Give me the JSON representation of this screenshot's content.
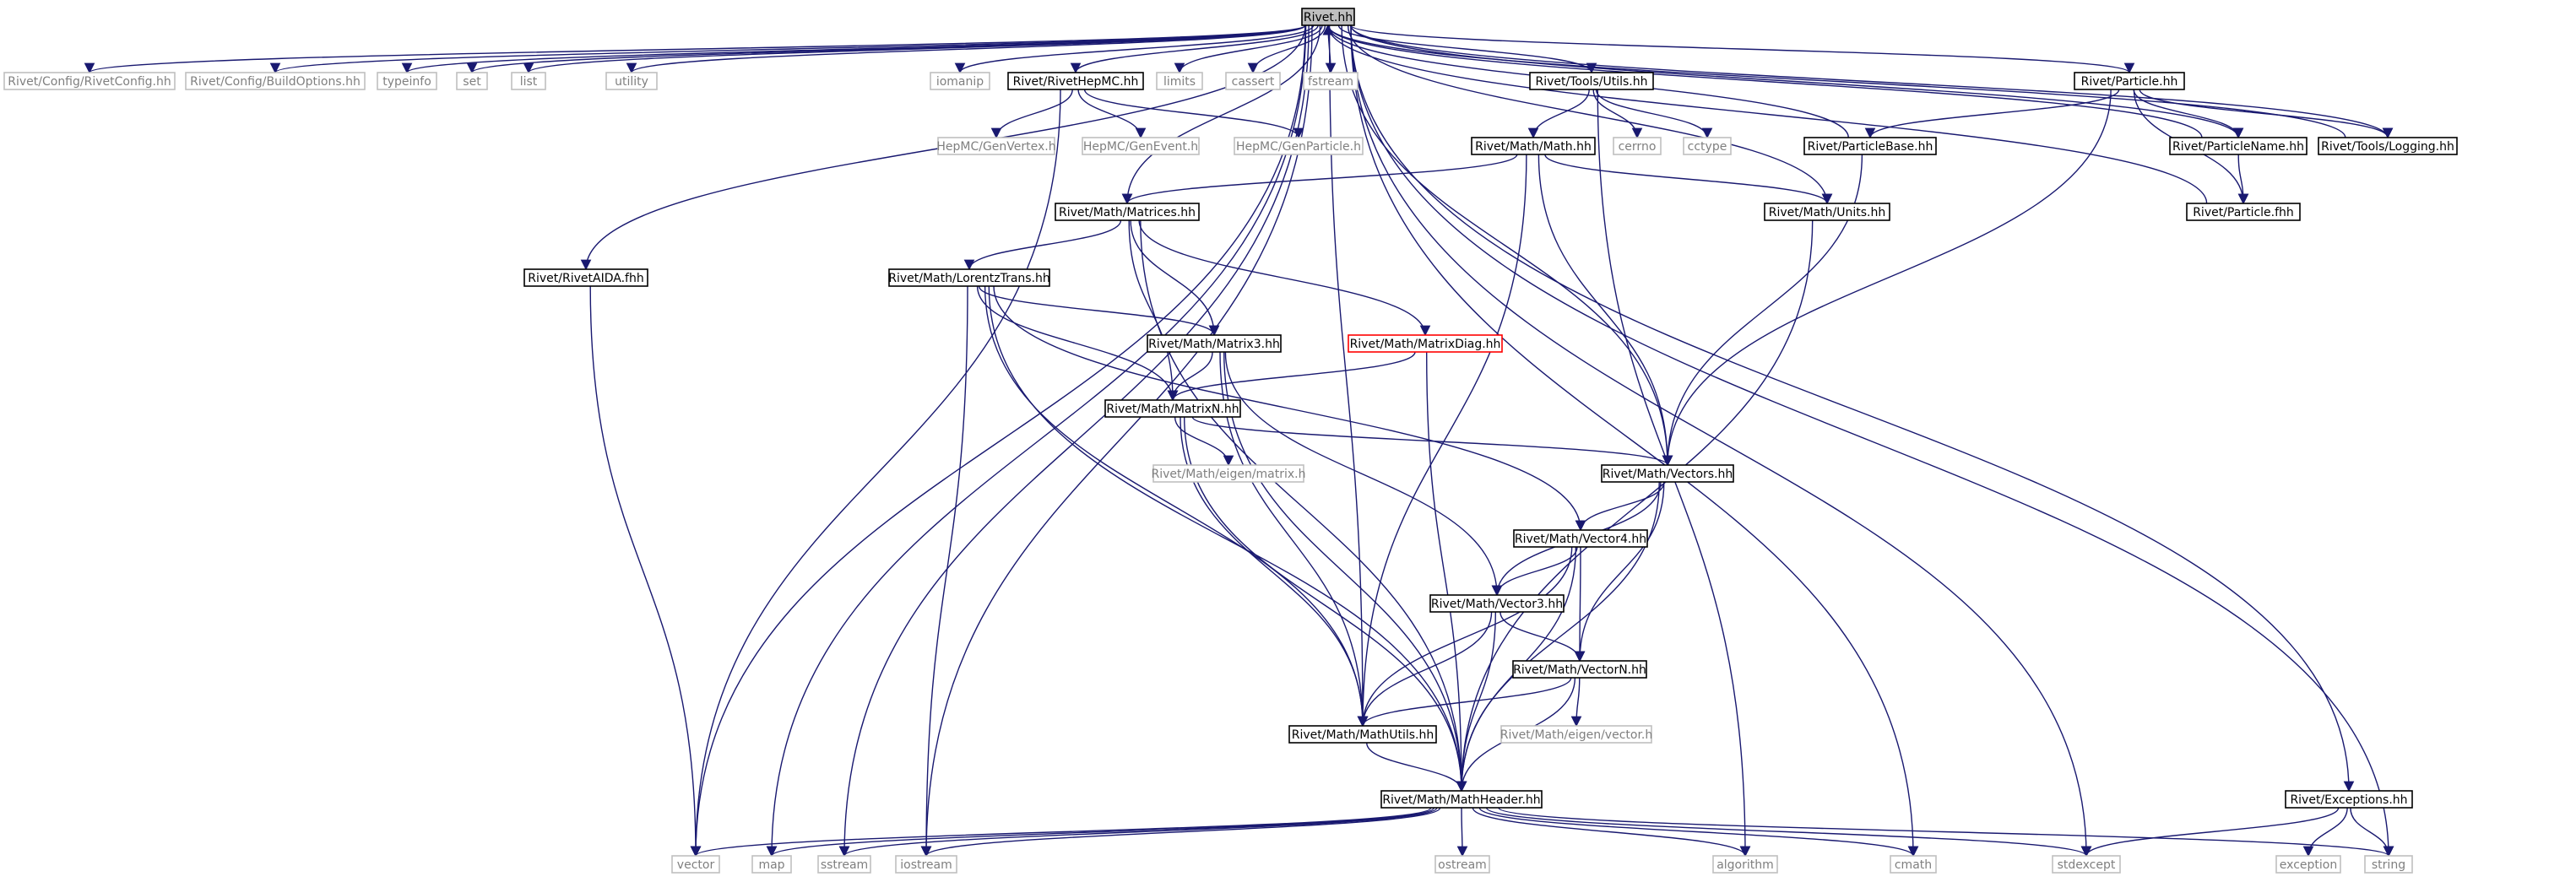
{
  "colors": {
    "edge": "#191970",
    "box_normal": "#000000",
    "box_missing": "#bfbfbf",
    "box_warning": "#ff0000",
    "root_fill": "#bfbfbf",
    "label_normal": "#000000",
    "label_missing": "#7f7f7f"
  },
  "nodes": [
    {
      "id": "rivet",
      "label": "Rivet.hh",
      "style": "root"
    },
    {
      "id": "rivetconfig",
      "label": "Rivet/Config/RivetConfig.hh",
      "style": "missing"
    },
    {
      "id": "buildoptions",
      "label": "Rivet/Config/BuildOptions.hh",
      "style": "missing"
    },
    {
      "id": "typeinfo",
      "label": "typeinfo",
      "style": "missing"
    },
    {
      "id": "set",
      "label": "set",
      "style": "missing"
    },
    {
      "id": "list",
      "label": "list",
      "style": "missing"
    },
    {
      "id": "utility",
      "label": "utility",
      "style": "missing"
    },
    {
      "id": "iomanip",
      "label": "iomanip",
      "style": "missing"
    },
    {
      "id": "rivethepmc",
      "label": "Rivet/RivetHepMC.hh",
      "style": "normal"
    },
    {
      "id": "limits",
      "label": "limits",
      "style": "missing"
    },
    {
      "id": "cassert",
      "label": "cassert",
      "style": "missing"
    },
    {
      "id": "fstream",
      "label": "fstream",
      "style": "missing"
    },
    {
      "id": "toolsutils",
      "label": "Rivet/Tools/Utils.hh",
      "style": "normal"
    },
    {
      "id": "particle",
      "label": "Rivet/Particle.hh",
      "style": "normal"
    },
    {
      "id": "genvertex",
      "label": "HepMC/GenVertex.h",
      "style": "missing"
    },
    {
      "id": "genevent",
      "label": "HepMC/GenEvent.h",
      "style": "missing"
    },
    {
      "id": "genparticle",
      "label": "HepMC/GenParticle.h",
      "style": "missing"
    },
    {
      "id": "mathmath",
      "label": "Rivet/Math/Math.hh",
      "style": "normal"
    },
    {
      "id": "cerrno",
      "label": "cerrno",
      "style": "missing"
    },
    {
      "id": "cctype",
      "label": "cctype",
      "style": "missing"
    },
    {
      "id": "particlebase",
      "label": "Rivet/ParticleBase.hh",
      "style": "normal"
    },
    {
      "id": "particlename",
      "label": "Rivet/ParticleName.hh",
      "style": "normal"
    },
    {
      "id": "logging",
      "label": "Rivet/Tools/Logging.hh",
      "style": "normal"
    },
    {
      "id": "matrices",
      "label": "Rivet/Math/Matrices.hh",
      "style": "normal"
    },
    {
      "id": "units",
      "label": "Rivet/Math/Units.hh",
      "style": "normal"
    },
    {
      "id": "particlefhh",
      "label": "Rivet/Particle.fhh",
      "style": "normal"
    },
    {
      "id": "rivetaida",
      "label": "Rivet/RivetAIDA.fhh",
      "style": "normal"
    },
    {
      "id": "lorentz",
      "label": "Rivet/Math/LorentzTrans.hh",
      "style": "normal"
    },
    {
      "id": "matrix3",
      "label": "Rivet/Math/Matrix3.hh",
      "style": "normal"
    },
    {
      "id": "matrixdiag",
      "label": "Rivet/Math/MatrixDiag.hh",
      "style": "warning"
    },
    {
      "id": "matrixn",
      "label": "Rivet/Math/MatrixN.hh",
      "style": "normal"
    },
    {
      "id": "eigenmatrix",
      "label": "Rivet/Math/eigen/matrix.h",
      "style": "missing"
    },
    {
      "id": "vectors",
      "label": "Rivet/Math/Vectors.hh",
      "style": "normal"
    },
    {
      "id": "vector4",
      "label": "Rivet/Math/Vector4.hh",
      "style": "normal"
    },
    {
      "id": "vector3",
      "label": "Rivet/Math/Vector3.hh",
      "style": "normal"
    },
    {
      "id": "vectorn",
      "label": "Rivet/Math/VectorN.hh",
      "style": "normal"
    },
    {
      "id": "eigenvector",
      "label": "Rivet/Math/eigen/vector.h",
      "style": "missing"
    },
    {
      "id": "mathutils",
      "label": "Rivet/Math/MathUtils.hh",
      "style": "normal"
    },
    {
      "id": "mathheader",
      "label": "Rivet/Math/MathHeader.hh",
      "style": "normal"
    },
    {
      "id": "exceptions",
      "label": "Rivet/Exceptions.hh",
      "style": "normal"
    },
    {
      "id": "vector",
      "label": "vector",
      "style": "missing"
    },
    {
      "id": "map",
      "label": "map",
      "style": "missing"
    },
    {
      "id": "sstream",
      "label": "sstream",
      "style": "missing"
    },
    {
      "id": "iostream",
      "label": "iostream",
      "style": "missing"
    },
    {
      "id": "ostream",
      "label": "ostream",
      "style": "missing"
    },
    {
      "id": "algorithm",
      "label": "algorithm",
      "style": "missing"
    },
    {
      "id": "cmath",
      "label": "cmath",
      "style": "missing"
    },
    {
      "id": "stdexcept",
      "label": "stdexcept",
      "style": "missing"
    },
    {
      "id": "exception",
      "label": "exception",
      "style": "missing"
    },
    {
      "id": "string",
      "label": "string",
      "style": "missing"
    }
  ],
  "edges": [
    [
      "rivet",
      "rivetconfig"
    ],
    [
      "rivet",
      "buildoptions"
    ],
    [
      "rivet",
      "typeinfo"
    ],
    [
      "rivet",
      "set"
    ],
    [
      "rivet",
      "list"
    ],
    [
      "rivet",
      "utility"
    ],
    [
      "rivet",
      "iomanip"
    ],
    [
      "rivet",
      "rivethepmc"
    ],
    [
      "rivet",
      "limits"
    ],
    [
      "rivet",
      "cassert"
    ],
    [
      "rivet",
      "fstream"
    ],
    [
      "rivet",
      "toolsutils"
    ],
    [
      "rivet",
      "particle"
    ],
    [
      "rivet",
      "rivetaida"
    ],
    [
      "rivet",
      "matrices"
    ],
    [
      "rivet",
      "vector"
    ],
    [
      "rivet",
      "map"
    ],
    [
      "rivet",
      "sstream"
    ],
    [
      "rivet",
      "iostream"
    ],
    [
      "rivet",
      "mathutils"
    ],
    [
      "rivet",
      "vectors"
    ],
    [
      "rivet",
      "units"
    ],
    [
      "rivet",
      "cmath"
    ],
    [
      "rivet",
      "stdexcept"
    ],
    [
      "rivet",
      "exceptions"
    ],
    [
      "rivet",
      "string"
    ],
    [
      "rivet",
      "particlename"
    ],
    [
      "rivet",
      "logging"
    ],
    [
      "rivethepmc",
      "genvertex"
    ],
    [
      "rivethepmc",
      "genevent"
    ],
    [
      "rivethepmc",
      "genparticle"
    ],
    [
      "rivethepmc",
      "vector"
    ],
    [
      "toolsutils",
      "mathmath"
    ],
    [
      "toolsutils",
      "cerrno"
    ],
    [
      "toolsutils",
      "cctype"
    ],
    [
      "toolsutils",
      "algorithm"
    ],
    [
      "particle",
      "particlebase"
    ],
    [
      "particle",
      "particlename"
    ],
    [
      "particle",
      "logging"
    ],
    [
      "particle",
      "particlefhh"
    ],
    [
      "particle",
      "vectors"
    ],
    [
      "particlebase",
      "rivet"
    ],
    [
      "particlename",
      "rivet"
    ],
    [
      "logging",
      "rivet"
    ],
    [
      "particlefhh",
      "rivet"
    ],
    [
      "particlebase",
      "vectors"
    ],
    [
      "particlename",
      "particlefhh"
    ],
    [
      "mathmath",
      "matrices"
    ],
    [
      "mathmath",
      "units"
    ],
    [
      "mathmath",
      "vectors"
    ],
    [
      "mathmath",
      "mathutils"
    ],
    [
      "units",
      "mathheader"
    ],
    [
      "rivetaida",
      "vector"
    ],
    [
      "matrices",
      "lorentz"
    ],
    [
      "matrices",
      "matrix3"
    ],
    [
      "matrices",
      "matrixdiag"
    ],
    [
      "matrices",
      "matrixn"
    ],
    [
      "matrices",
      "mathheader"
    ],
    [
      "lorentz",
      "matrix3"
    ],
    [
      "lorentz",
      "matrixn"
    ],
    [
      "lorentz",
      "vector4"
    ],
    [
      "lorentz",
      "mathutils"
    ],
    [
      "lorentz",
      "iostream"
    ],
    [
      "lorentz",
      "mathheader"
    ],
    [
      "matrix3",
      "matrixn"
    ],
    [
      "matrix3",
      "vector3"
    ],
    [
      "matrix3",
      "mathutils"
    ],
    [
      "matrix3",
      "mathheader"
    ],
    [
      "matrixdiag",
      "matrixn"
    ],
    [
      "matrixdiag",
      "mathheader"
    ],
    [
      "matrixn",
      "eigenmatrix"
    ],
    [
      "matrixn",
      "vectors"
    ],
    [
      "matrixn",
      "mathutils"
    ],
    [
      "matrixn",
      "mathheader"
    ],
    [
      "vectors",
      "vector4"
    ],
    [
      "vectors",
      "vector3"
    ],
    [
      "vectors",
      "vectorn"
    ],
    [
      "vectors",
      "mathheader"
    ],
    [
      "vector4",
      "vector3"
    ],
    [
      "vector4",
      "vectorn"
    ],
    [
      "vector4",
      "mathutils"
    ],
    [
      "vector4",
      "mathheader"
    ],
    [
      "vector3",
      "vectorn"
    ],
    [
      "vector3",
      "mathutils"
    ],
    [
      "vector3",
      "mathheader"
    ],
    [
      "vectorn",
      "mathutils"
    ],
    [
      "vectorn",
      "eigenvector"
    ],
    [
      "vectorn",
      "mathheader"
    ],
    [
      "mathutils",
      "mathheader"
    ],
    [
      "mathheader",
      "vector"
    ],
    [
      "mathheader",
      "map"
    ],
    [
      "mathheader",
      "sstream"
    ],
    [
      "mathheader",
      "iostream"
    ],
    [
      "mathheader",
      "ostream"
    ],
    [
      "mathheader",
      "algorithm"
    ],
    [
      "mathheader",
      "cmath"
    ],
    [
      "mathheader",
      "stdexcept"
    ],
    [
      "mathheader",
      "string"
    ],
    [
      "exceptions",
      "stdexcept"
    ],
    [
      "exceptions",
      "exception"
    ],
    [
      "exceptions",
      "string"
    ]
  ]
}
